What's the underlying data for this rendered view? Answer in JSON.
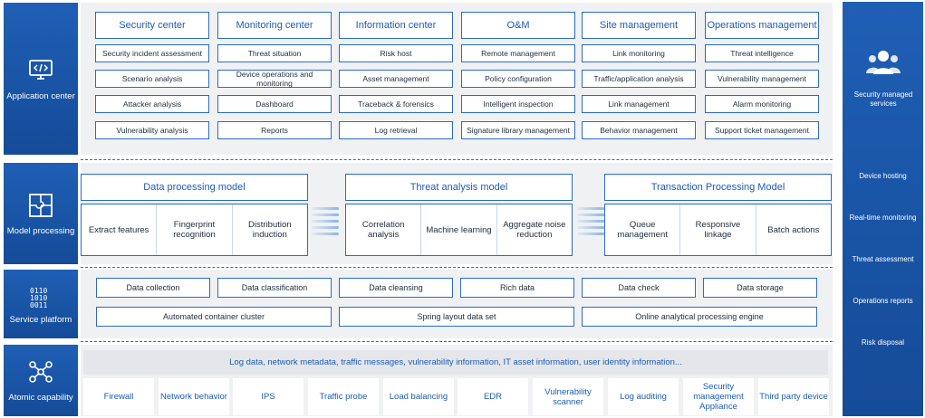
{
  "side_labels": {
    "application": "Application center",
    "model": "Model processing",
    "service": "Service platform",
    "atomic": "Atomic capability"
  },
  "app_columns": [
    {
      "title": "Security center",
      "items": [
        "Security incident assessment",
        "Scenario analysis",
        "Attacker analysis",
        "Vulnerability analysis"
      ]
    },
    {
      "title": "Monitoring center",
      "items": [
        "Threat situation",
        "Device operations and monitoring",
        "Dashboard",
        "Reports"
      ]
    },
    {
      "title": "Information center",
      "items": [
        "Risk host",
        "Asset management",
        "Traceback & forensics",
        "Log retrieval"
      ]
    },
    {
      "title": "O&M",
      "items": [
        "Remote management",
        "Policy configuration",
        "Intelligent inspection",
        "Signature library management"
      ]
    },
    {
      "title": "Site management",
      "items": [
        "Link monitoring",
        "Traffic/application analysis",
        "Link management",
        "Behavior management"
      ]
    },
    {
      "title": "Operations management",
      "items": [
        "Threat intelligence",
        "Vulnerability management",
        "Alarm monitoring",
        "Support ticket management"
      ]
    }
  ],
  "models": [
    {
      "title": "Data processing model",
      "cells": [
        "Extract features",
        "Fingerprint recognition",
        "Distribution induction"
      ]
    },
    {
      "title": "Threat analysis model",
      "cells": [
        "Correlation analysis",
        "Machine learning",
        "Aggregate noise reduction"
      ]
    },
    {
      "title": "Transaction Processing Model",
      "cells": [
        "Queue management",
        "Responsive linkage",
        "Batch actions"
      ]
    }
  ],
  "service_row1": [
    "Data collection",
    "Data classification",
    "Data cleansing",
    "Rich data",
    "Data check",
    "Data storage"
  ],
  "service_row2": [
    "Automated container cluster",
    "Spring layout data set",
    "Online analytical processing engine"
  ],
  "atomic_info": "Log data, network metadata, traffic messages, vulnerability information, IT asset information, user identity information...",
  "atomic_items": [
    "Firewall",
    "Network behavior",
    "IPS",
    "Traffic probe",
    "Load balancing",
    "EDR",
    "Vulnerability scanner",
    "Log auditing",
    "Security management Appliance",
    "Third party device"
  ],
  "right_panel": {
    "title": "Security managed services",
    "items": [
      "Device hosting",
      "Real-time monitoring",
      "Threat assessment",
      "Operations reports",
      "Risk disposal"
    ]
  },
  "colors": {
    "accent": "#1f5fb5",
    "border": "#2b6bc4",
    "text_blue": "#1b5cb8",
    "panel": "#f0f1f3"
  }
}
